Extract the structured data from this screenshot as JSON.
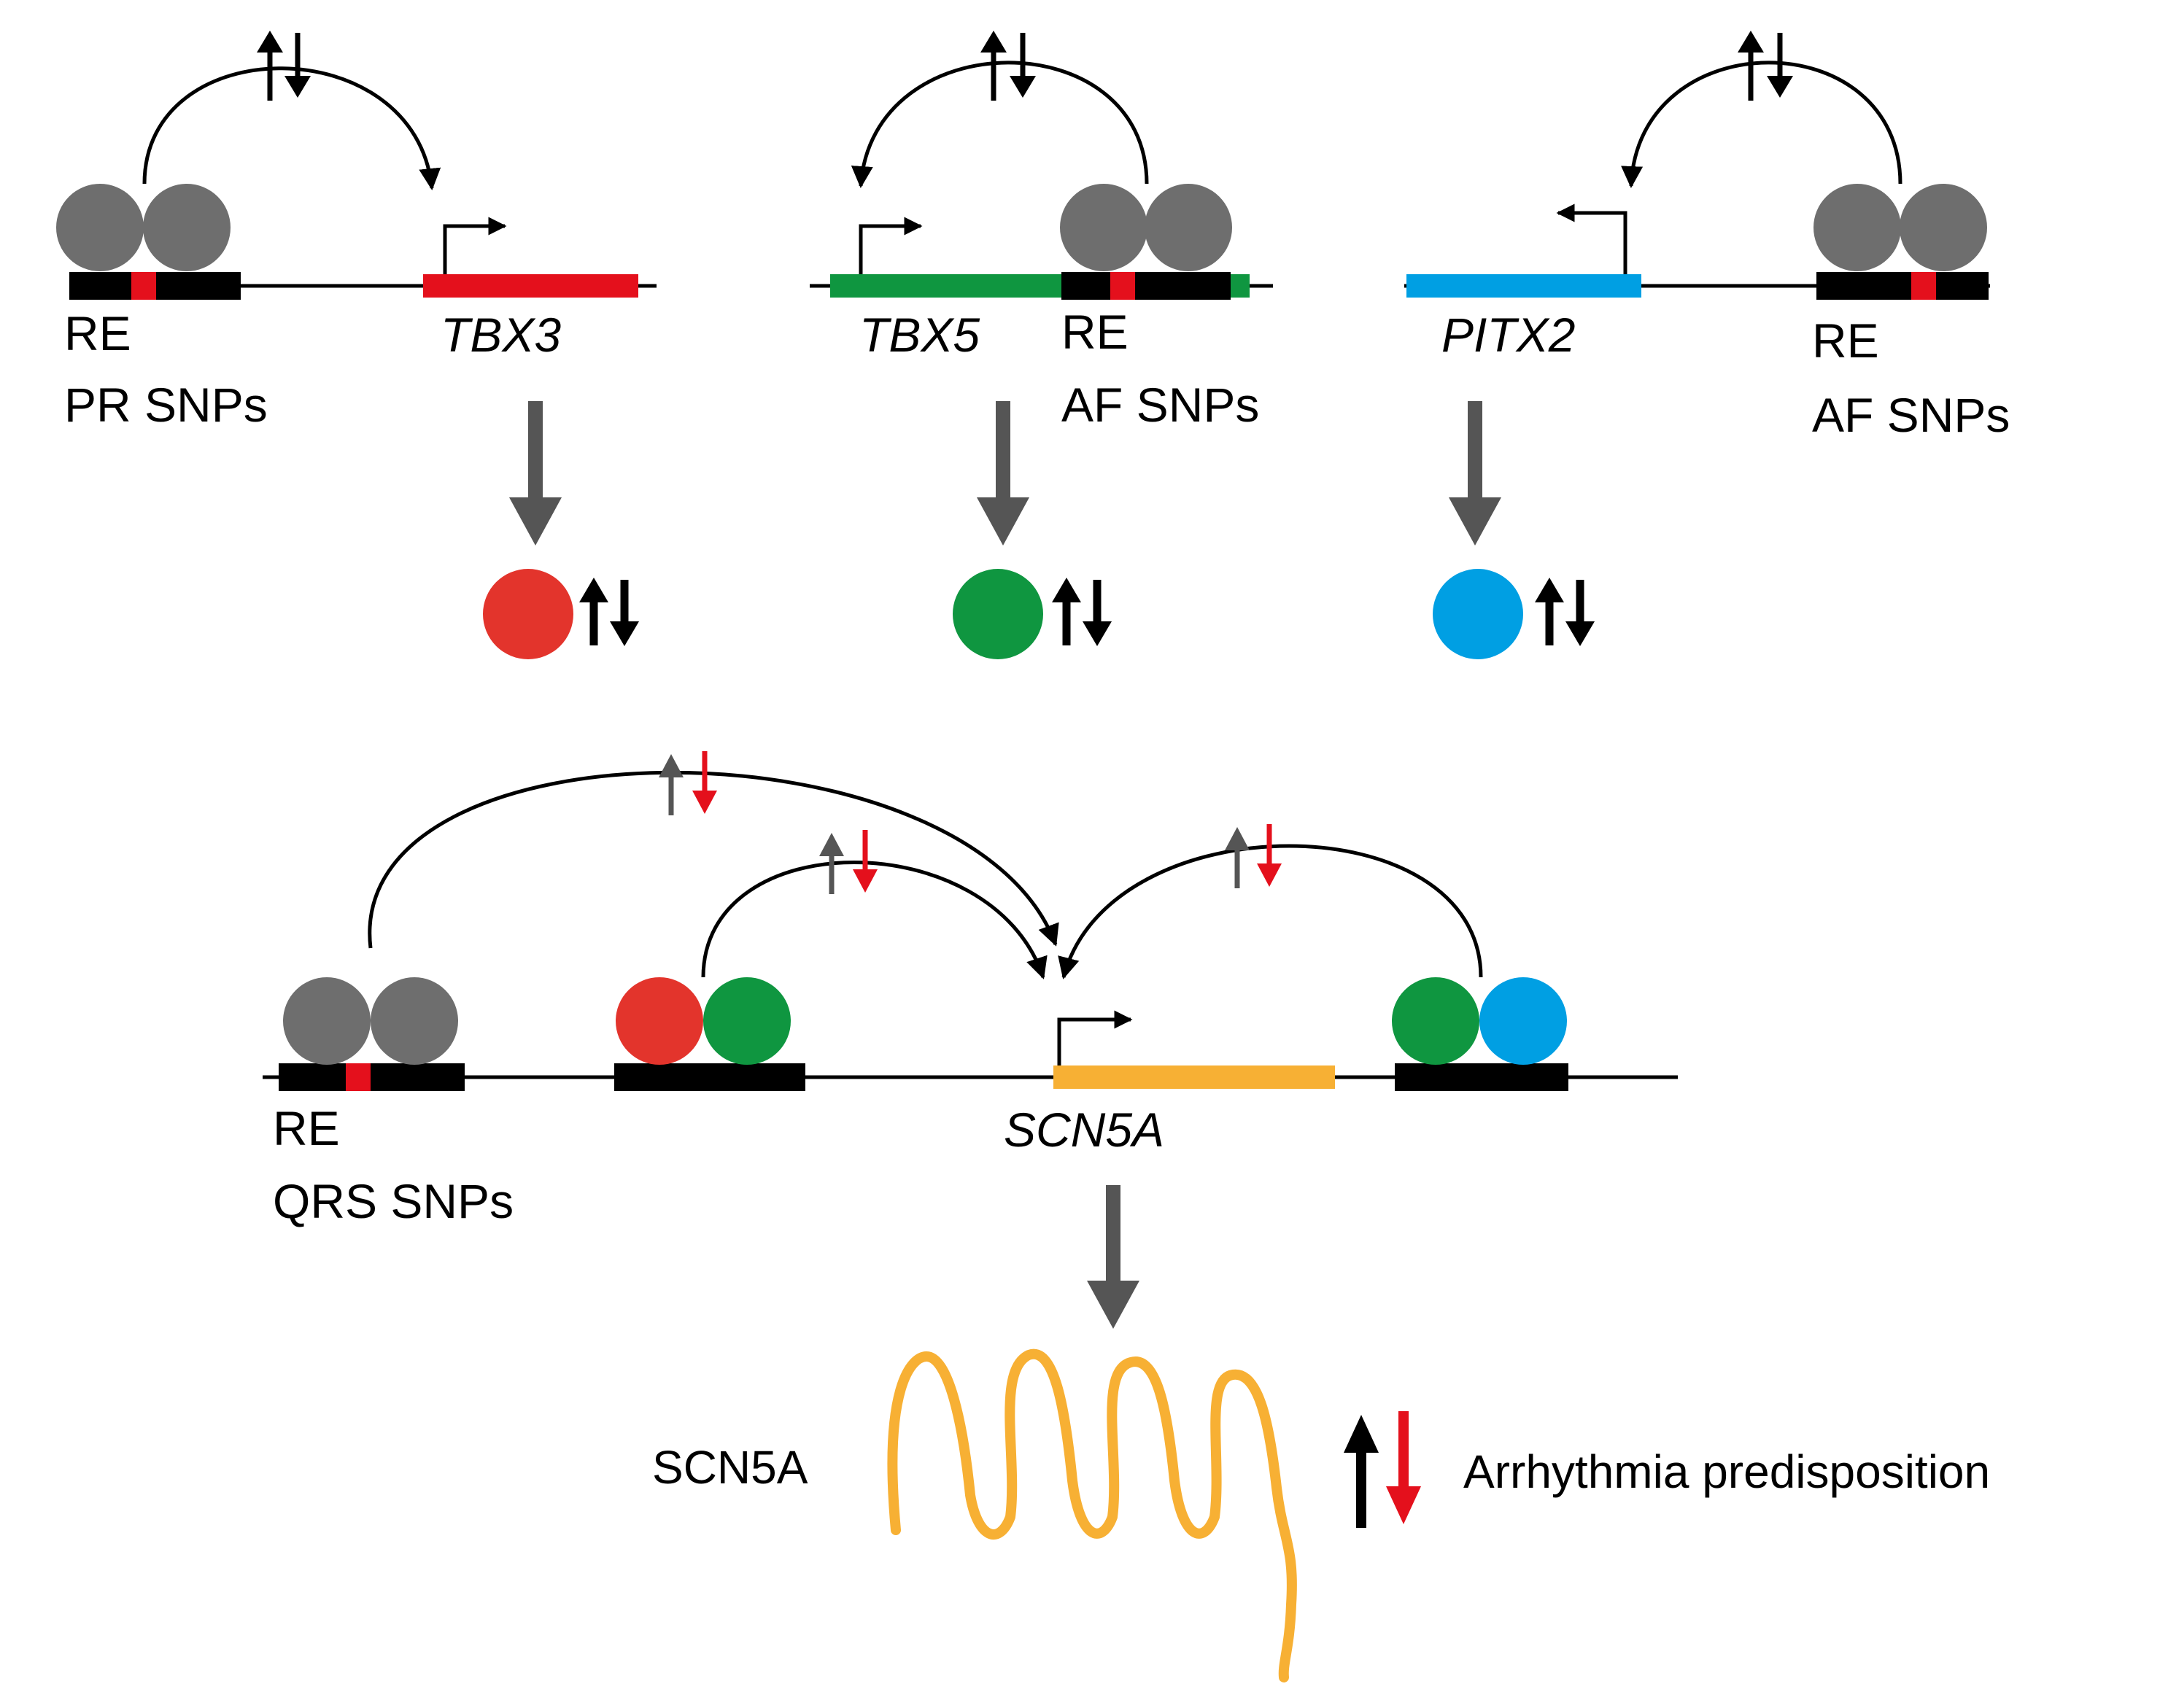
{
  "colors": {
    "tbx3": "#e4101c",
    "tbx5": "#0f9640",
    "pitx2": "#009fe3",
    "scn5a": "#f7b034",
    "factor_gray": "#6e6e6e",
    "arrow_gray": "#555555",
    "snp_red": "#e4101c",
    "protein_red": "#e3342c",
    "down_red": "#e4101c"
  },
  "panels": {
    "tbx3": {
      "gene_label": "TBX3",
      "re_label": "RE",
      "snp_label": "PR SNPs"
    },
    "tbx5": {
      "gene_label": "TBX5",
      "re_label": "RE",
      "snp_label": "AF SNPs"
    },
    "pitx2": {
      "gene_label": "PITX2",
      "re_label": "RE",
      "snp_label": "AF SNPs"
    }
  },
  "scn5a_locus": {
    "gene_label": "SCN5A",
    "re_label": "RE",
    "snp_label": "QRS SNPs"
  },
  "protein": {
    "label": "SCN5A",
    "outcome_label": "Arrhythmia predisposition"
  },
  "icons": {
    "transcription_start": "bent-arrow-icon",
    "regulation": "up-down-arrows-icon",
    "expression_flow": "down-arrow-icon",
    "channel": "wavy-protein-icon"
  }
}
